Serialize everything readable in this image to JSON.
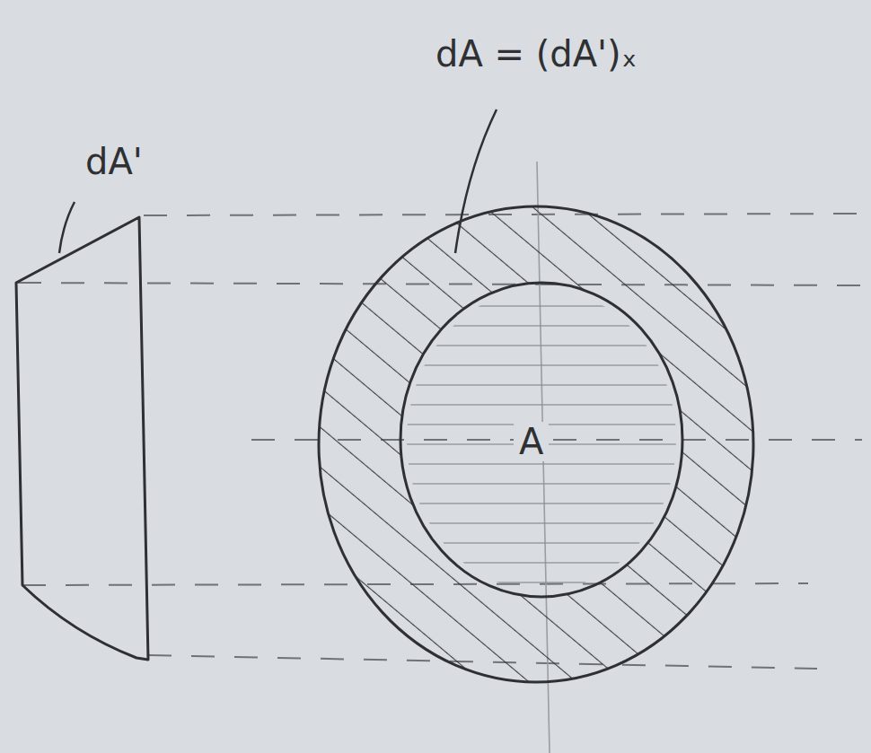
{
  "diagram": {
    "labels": [
      "dA = (dA')ₓ",
      "dA'",
      "A"
    ]
  }
}
